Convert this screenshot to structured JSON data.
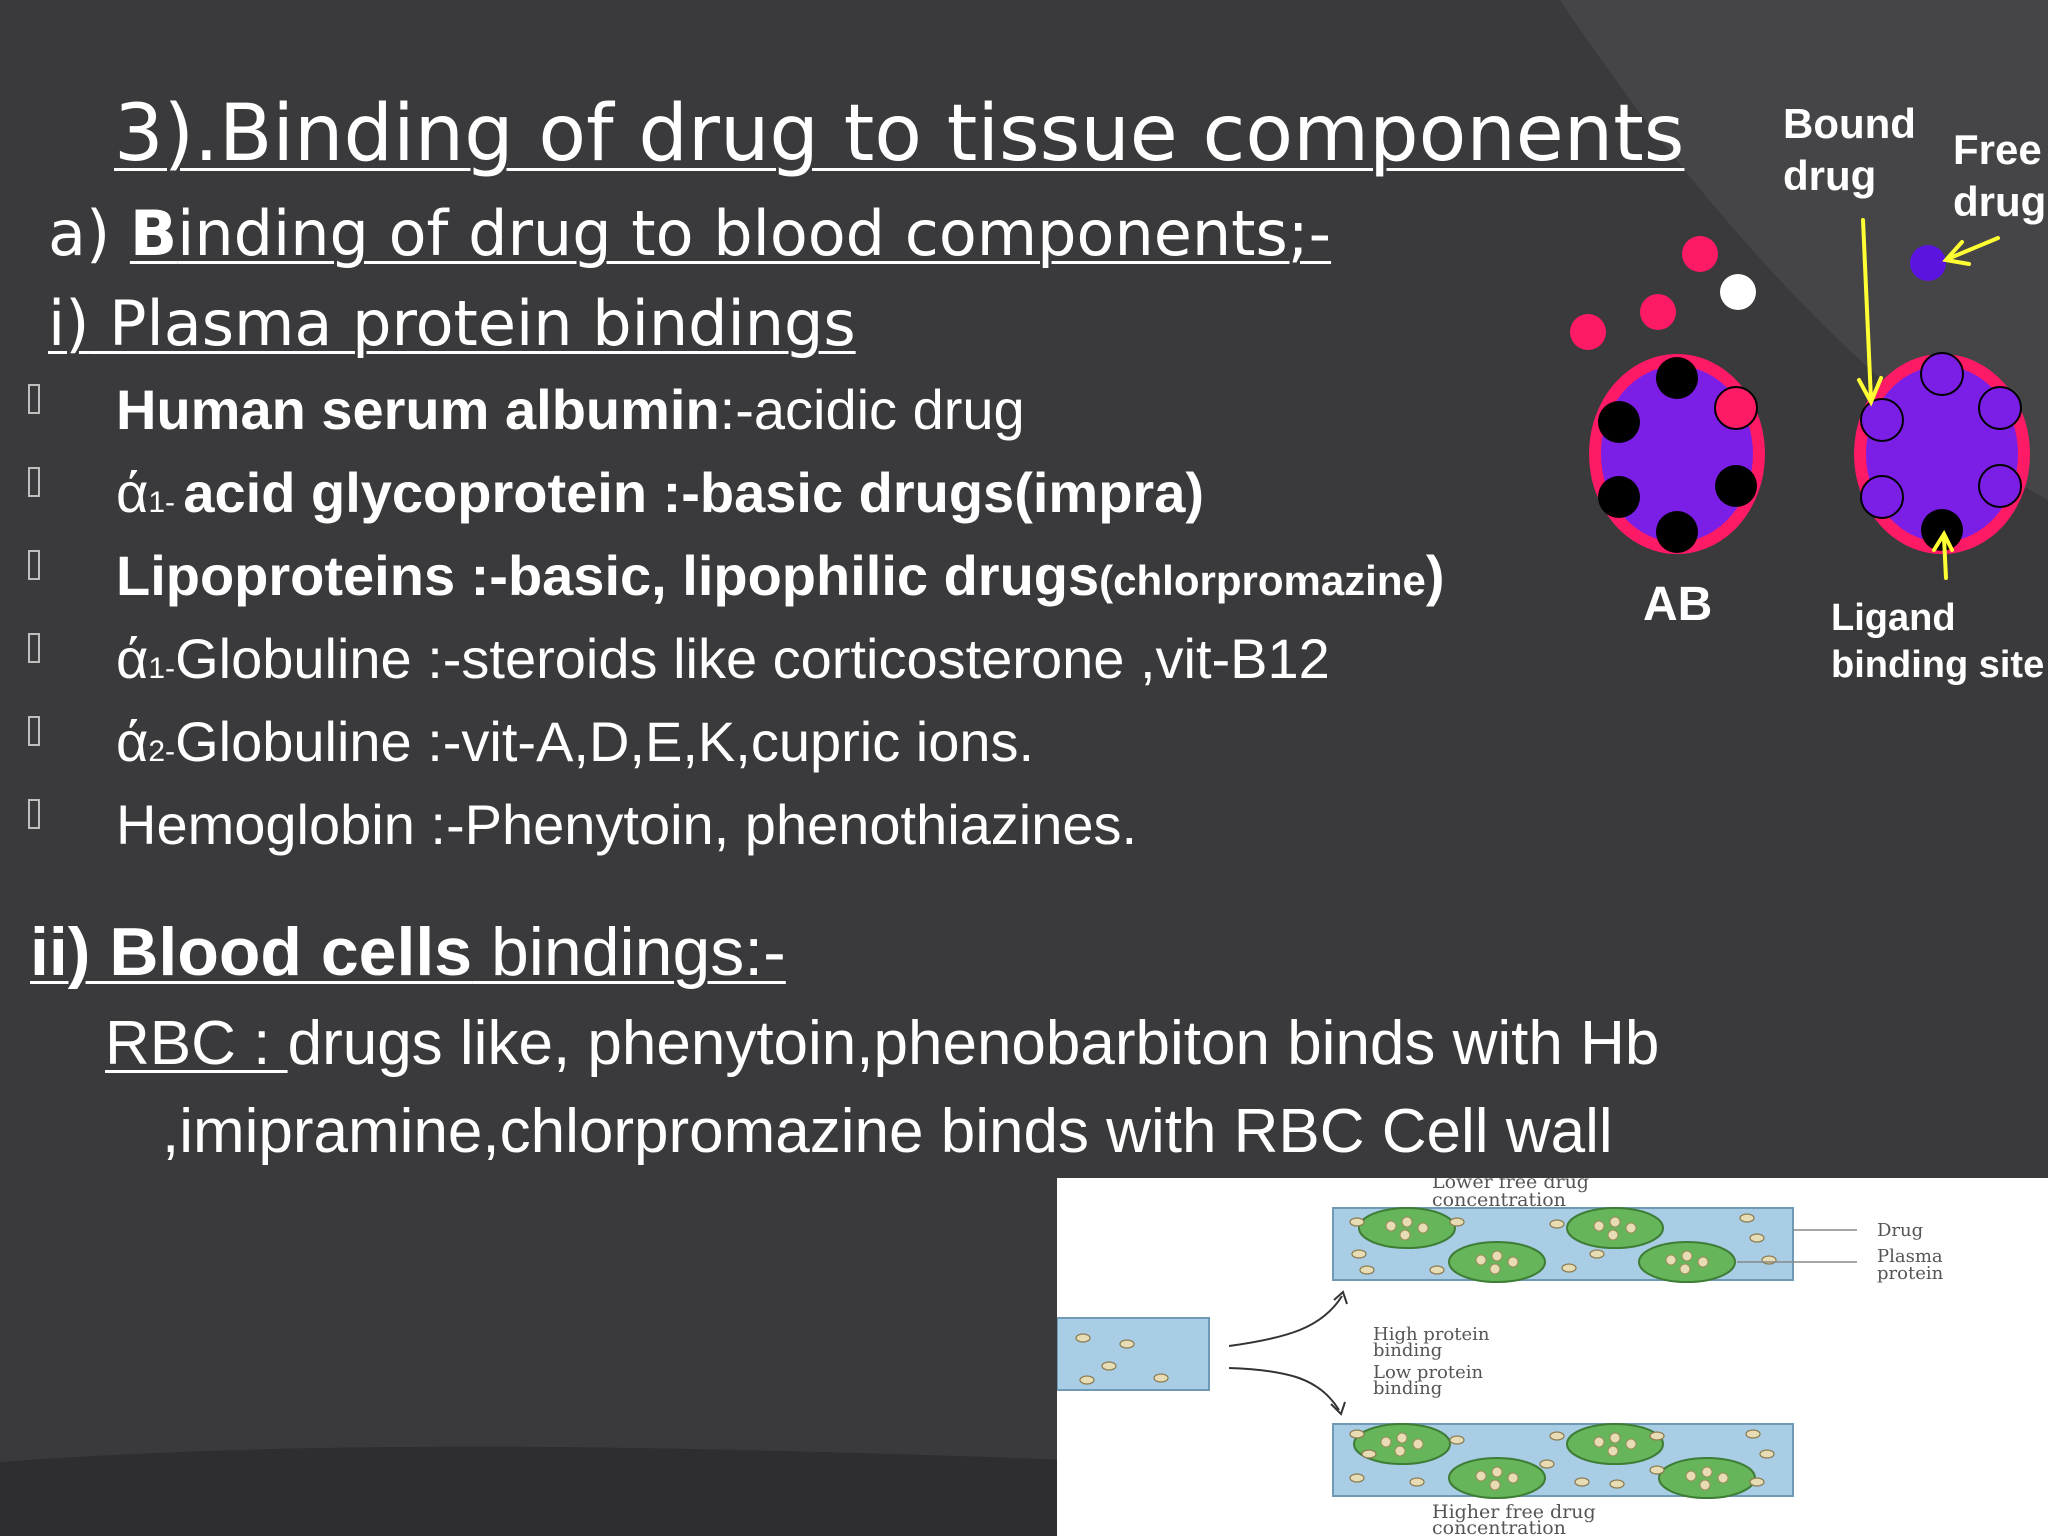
{
  "title": "3).Binding of drug to tissue components",
  "subheading_a": {
    "prefix": "a) ",
    "bold_letter": "B",
    "rest": "inding of drug to blood components;-"
  },
  "subheading_i": {
    "prefix": "i)",
    "text": " Plasma protein bindings"
  },
  "bullets": [
    {
      "parts": [
        {
          "t": "Human serum albumin",
          "s": "b"
        },
        {
          "t": ":-acidic drug",
          "s": ""
        }
      ]
    },
    {
      "parts": [
        {
          "t": "ά",
          "s": ""
        },
        {
          "t": "1- ",
          "s": "sub"
        },
        {
          "t": "acid glycoprotein    :-basic drugs(impra)",
          "s": "b"
        }
      ]
    },
    {
      "parts": [
        {
          "t": "Lipoproteins :-basic, lipophilic drugs",
          "s": "b"
        },
        {
          "t": "(chlorpromazine",
          "s": "b small"
        },
        {
          "t": ")",
          "s": "b"
        }
      ]
    },
    {
      "parts": [
        {
          "t": "ά",
          "s": ""
        },
        {
          "t": "1-",
          "s": "sub"
        },
        {
          "t": "Globuline :-steroids like corticosterone ,vit-B12",
          "s": ""
        }
      ]
    },
    {
      "parts": [
        {
          "t": "ά",
          "s": ""
        },
        {
          "t": "2-",
          "s": "sub"
        },
        {
          "t": "Globuline :-vit-A,D,E,K,cupric ions.",
          "s": ""
        }
      ]
    },
    {
      "parts": [
        {
          "t": "Hemoglobin :-Phenytoin, phenothiazines.",
          "s": ""
        }
      ]
    }
  ],
  "blood_cells": {
    "bold": "ii) Blood cells",
    "rest": " bindings:-"
  },
  "rbc": {
    "label": "RBC : ",
    "line1": "drugs like, phenytoin,phenobarbiton binds with Hb",
    "line2": ",imipramine,chlorpromazine binds with RBC Cell wall"
  },
  "diagram_ab": {
    "bound_label": [
      "Bound",
      "drug"
    ],
    "free_label": [
      "Free",
      "drug"
    ],
    "ab_label": "AB",
    "ligand_label": [
      "Ligand",
      "binding site"
    ]
  },
  "figure": {
    "top_caption": [
      "Lower free drug",
      "concentration"
    ],
    "legend": {
      "drug": "Drug",
      "plasma": [
        "Plasma",
        "protein"
      ]
    },
    "high_binding": [
      "High protein",
      "binding"
    ],
    "low_binding": [
      "Low protein",
      "binding"
    ],
    "bottom_caption": [
      "Higher free drug",
      "concentration"
    ]
  },
  "colors": {
    "background": "#3a3a3c",
    "antibody_body": "#7b1fe6",
    "antibody_ring": "#ff1a66",
    "arrow": "#ffff33",
    "free_drug": "#5b14e0",
    "figure_bg": "#ffffff",
    "vessel_fill": "#a9cde4",
    "protein_fill": "#67b55a"
  }
}
